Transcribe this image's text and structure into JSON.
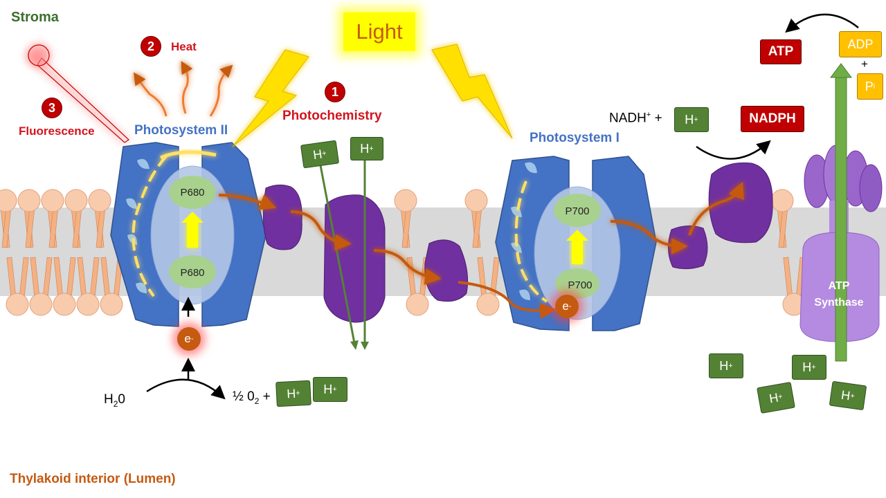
{
  "regions": {
    "stroma": "Stroma",
    "lumen": "Thylakoid interior (Lumen)"
  },
  "light": "Light",
  "pathways": [
    {
      "number": "1",
      "label": "Photochemistry"
    },
    {
      "number": "2",
      "label": "Heat"
    },
    {
      "number": "3",
      "label": "Fluorescence"
    }
  ],
  "photosystems": {
    "psii": "Photosystem II",
    "psi": "Photosystem I"
  },
  "pigments": {
    "psii_upper": "P680",
    "psii_lower": "P680",
    "psi_upper": "P700",
    "psi_lower": "P700"
  },
  "electron": {
    "symbol": "e",
    "charge": "-"
  },
  "proton": {
    "symbol": "H",
    "charge": "+"
  },
  "water_reaction": {
    "water": "H",
    "water_sub": "2",
    "water_tail": "0",
    "oxygen": "½ 0",
    "oxygen_sub": "2",
    "plus": "+"
  },
  "nadph_reaction": {
    "reactant": "NADH",
    "reactant_charge": "+",
    "plus": "+",
    "product": "NADPH"
  },
  "atp": {
    "product": "ATP",
    "adp": "ADP",
    "plus": "+",
    "pi": "P",
    "pi_sub": "i"
  },
  "atp_synthase": {
    "line1": "ATP",
    "line2": "Synthase"
  },
  "colors": {
    "membrane_head": "#f8cbad",
    "membrane_tail": "#f4b183",
    "psii_blue": "#4472c4",
    "complex_purple": "#7030a0",
    "proton_green": "#548235",
    "heat_orange": "#ed7d31",
    "badge_red": "#c00000",
    "light_yellow": "#ffff00"
  }
}
